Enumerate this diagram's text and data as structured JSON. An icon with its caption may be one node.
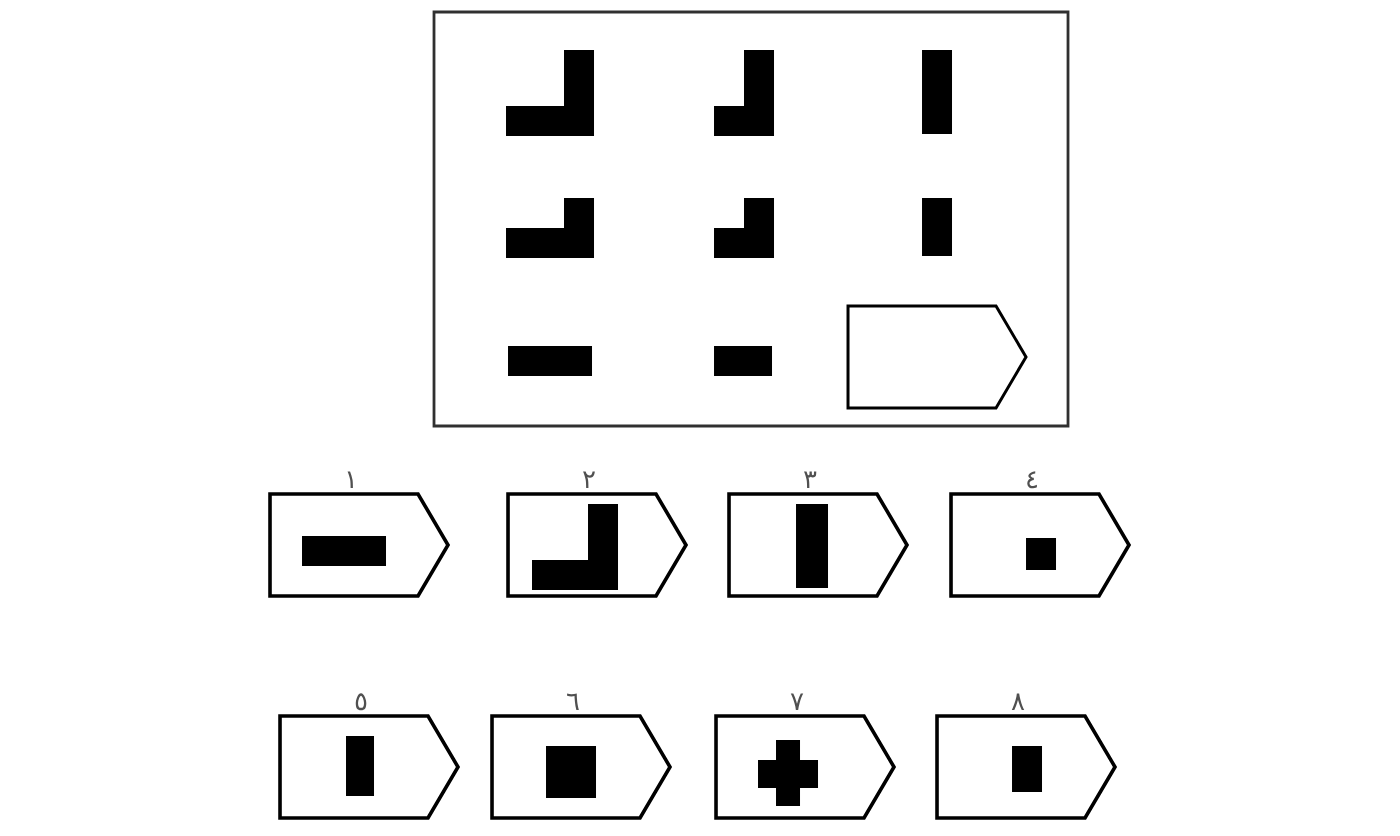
{
  "diagram": {
    "nodes": [
      {
        "text": [],
        "shape": "box"
      },
      {
        "text": [],
        "shape": "pentagon",
        "in": 0
      },
      {
        "text": [
          "١"
        ]
      },
      {
        "text": [
          "٢"
        ]
      },
      {
        "text": [
          "٣"
        ]
      },
      {
        "text": [
          "٤"
        ]
      },
      {
        "text": [
          "٥"
        ]
      },
      {
        "text": [
          "٦"
        ]
      },
      {
        "text": [
          "٧"
        ]
      },
      {
        "text": [
          "٨"
        ]
      }
    ]
  }
}
